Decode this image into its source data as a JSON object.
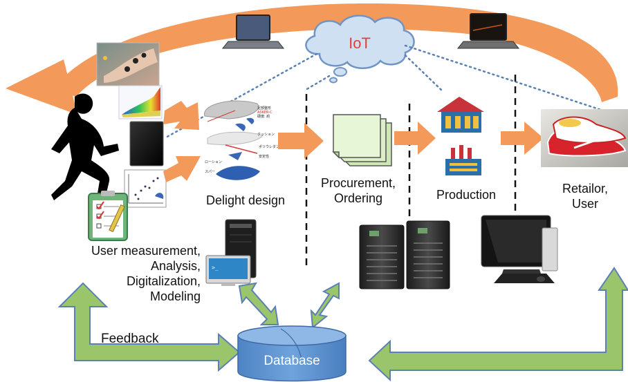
{
  "cloud": {
    "label": "IoT",
    "color": "#e0413a"
  },
  "stages": {
    "user": [
      "User measurement,",
      "Analysis,",
      "Digitalization,",
      "Modeling"
    ],
    "design": "Delight design",
    "procurement": [
      "Procurement,",
      "Ordering"
    ],
    "production": "Production",
    "retail": [
      "Retailor,",
      "User"
    ]
  },
  "feedback_label": "Feedback",
  "database_label": "Database",
  "design_sketch_labels": [
    "足部整形",
    "ASKER-C",
    "硬度: 約",
    "クッション",
    "ポリウレタン",
    "ローション",
    "スパー",
    "安定性"
  ],
  "colors": {
    "orange_arrow": "#f39a5a",
    "green_arrow": "#9bc56a",
    "green_edge": "#5b7fb7",
    "database_fill": "#5b8fc9",
    "cloud_fill": "#cfe0f3",
    "cloud_edge": "#6f94c6",
    "dotted_line": "#5b80b4",
    "dashed_line": "#111111"
  },
  "icons": [
    "runner-silhouette",
    "laptop-icon",
    "laptop-dark-icon",
    "tablet-icon",
    "clipboard-checklist-icon",
    "foot-scan-photo",
    "foot-3d-model",
    "scatter-plot-sheet",
    "document-stack-icon",
    "factory-icon",
    "sneakers-photo",
    "workstation-tower-icon",
    "server-rack-icon",
    "desktop-computer-icon"
  ]
}
